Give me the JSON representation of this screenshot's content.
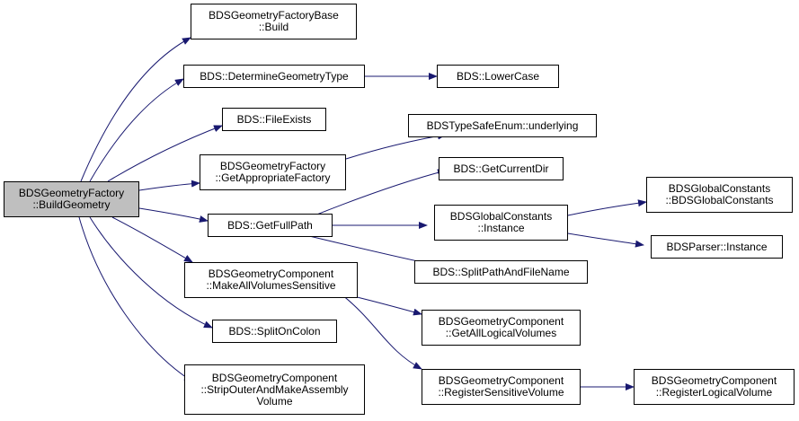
{
  "colors": {
    "edge": "#191970",
    "root_fill": "#bfbfbf",
    "node_fill": "#ffffff",
    "border": "#000000"
  },
  "nodes": {
    "root": {
      "line1": "BDSGeometryFactory",
      "line2": "::BuildGeometry"
    },
    "factory_base_build": {
      "line1": "BDSGeometryFactoryBase",
      "line2": "::Build"
    },
    "determine_geometry_type": {
      "line1": "BDS::DetermineGeometryType"
    },
    "lower_case": {
      "line1": "BDS::LowerCase"
    },
    "file_exists": {
      "line1": "BDS::FileExists"
    },
    "type_safe_enum_underlying": {
      "line1": "BDSTypeSafeEnum::underlying"
    },
    "get_appropriate_factory": {
      "line1": "BDSGeometryFactory",
      "line2": "::GetAppropriateFactory"
    },
    "get_current_dir": {
      "line1": "BDS::GetCurrentDir"
    },
    "global_constants_ctor": {
      "line1": "BDSGlobalConstants",
      "line2": "::BDSGlobalConstants"
    },
    "get_full_path": {
      "line1": "BDS::GetFullPath"
    },
    "global_constants_instance": {
      "line1": "BDSGlobalConstants",
      "line2": "::Instance"
    },
    "parser_instance": {
      "line1": "BDSParser::Instance"
    },
    "split_path_and_file_name": {
      "line1": "BDS::SplitPathAndFileName"
    },
    "make_all_volumes_sensitive": {
      "line1": "BDSGeometryComponent",
      "line2": "::MakeAllVolumesSensitive"
    },
    "get_all_logical_volumes": {
      "line1": "BDSGeometryComponent",
      "line2": "::GetAllLogicalVolumes"
    },
    "split_on_colon": {
      "line1": "BDS::SplitOnColon"
    },
    "strip_outer": {
      "line1": "BDSGeometryComponent",
      "line2": "::StripOuterAndMakeAssembly",
      "line3": "Volume"
    },
    "register_sensitive_volume": {
      "line1": "BDSGeometryComponent",
      "line2": "::RegisterSensitiveVolume"
    },
    "register_logical_volume": {
      "line1": "BDSGeometryComponent",
      "line2": "::RegisterLogicalVolume"
    }
  }
}
